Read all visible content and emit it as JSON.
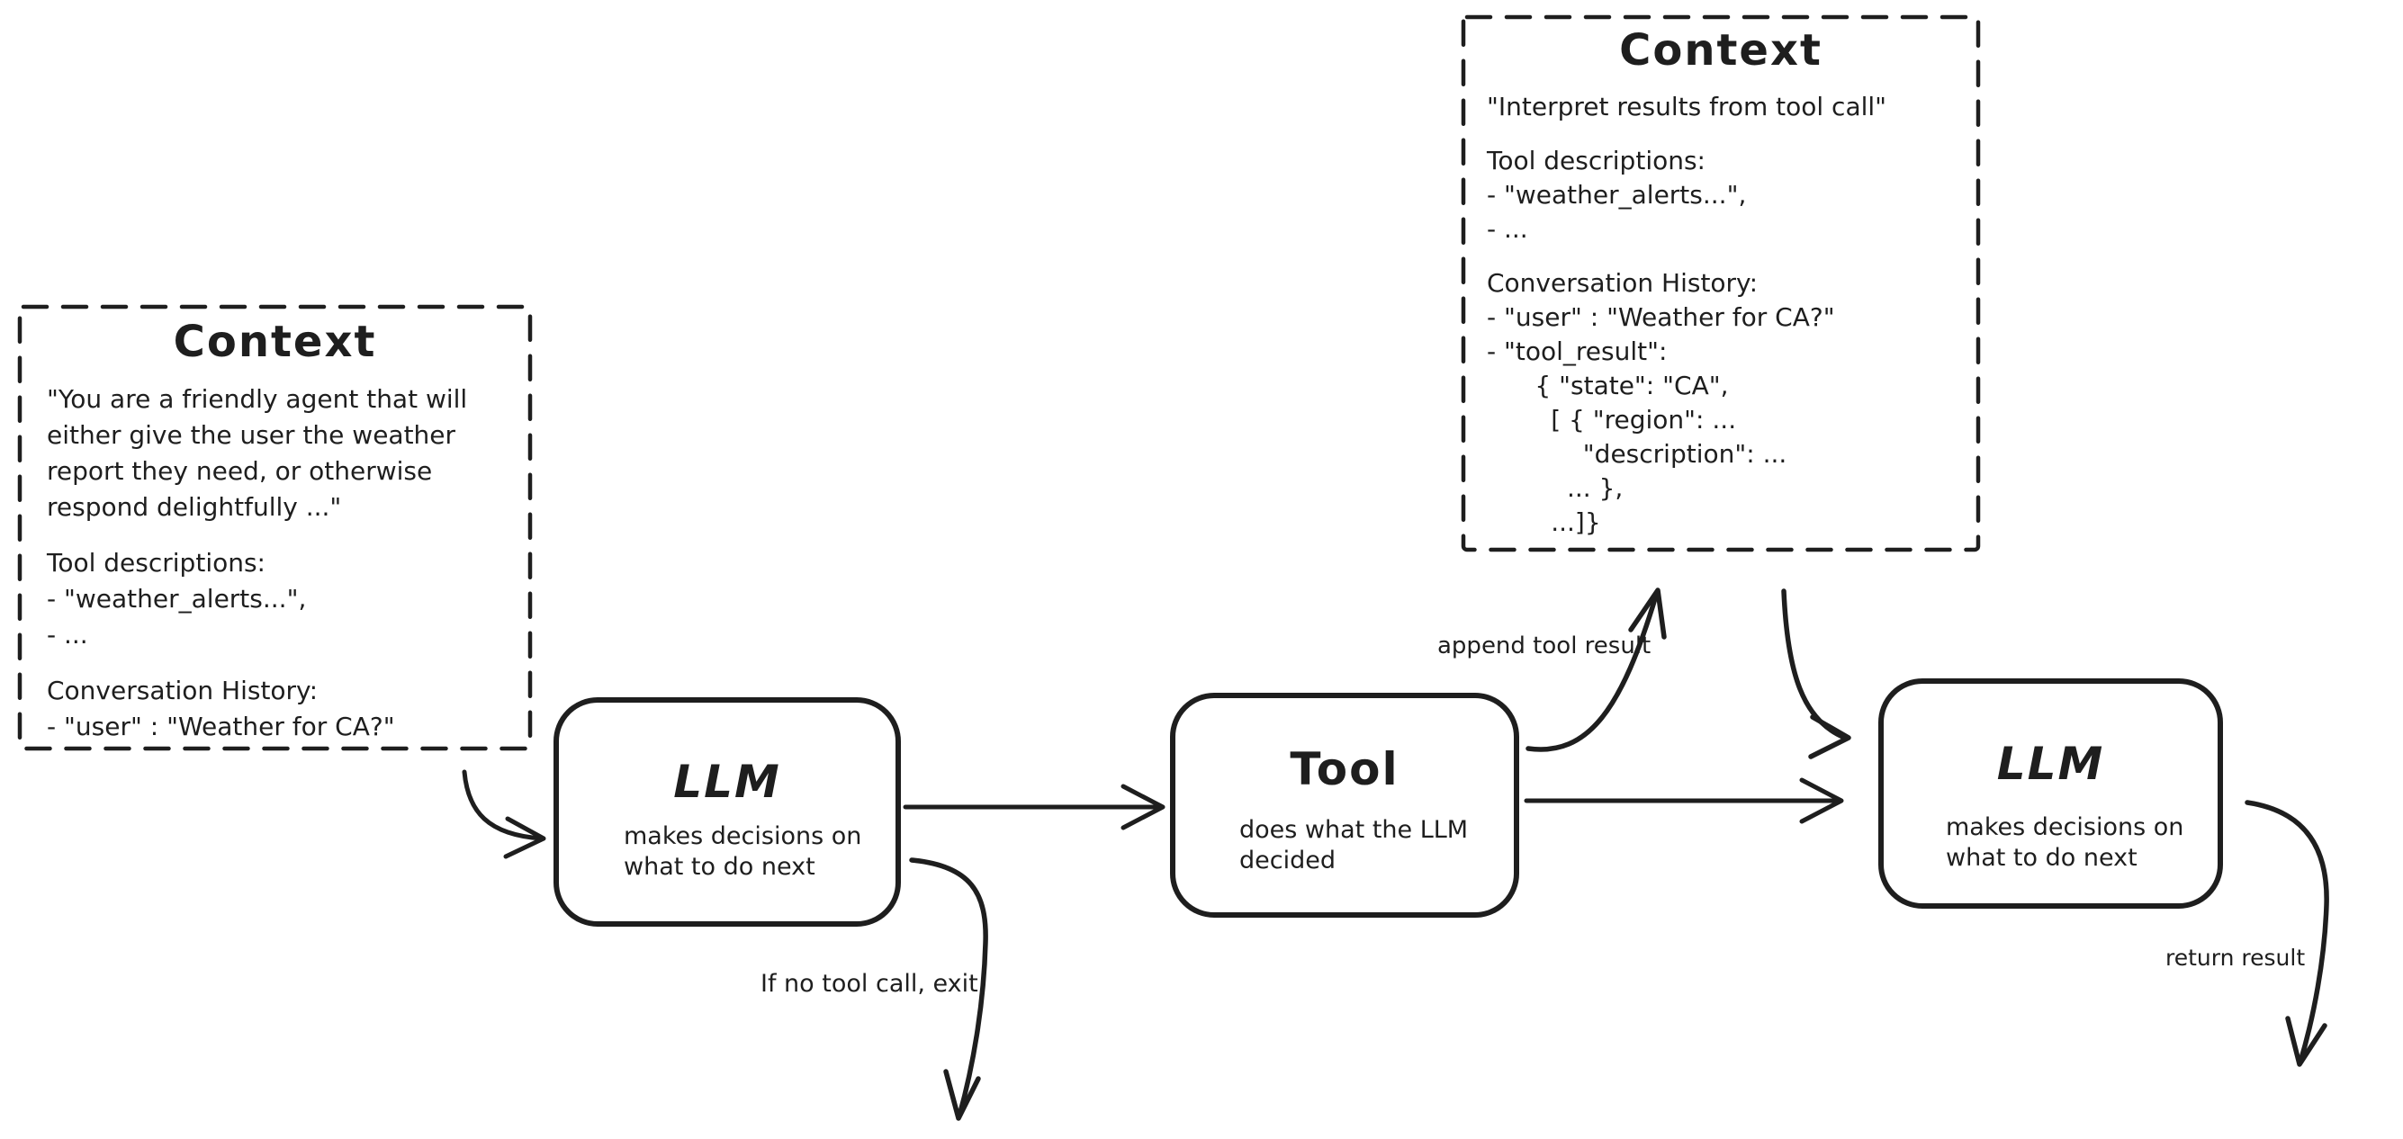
{
  "diagram": {
    "colors": {
      "ink": "#1e1e1e",
      "background": "#ffffff"
    },
    "context_left": {
      "title": "Context",
      "lines": [
        "\"You are a friendly agent that will",
        "either give the user the weather",
        "report they need, or otherwise",
        "respond delightfully ...\"",
        "",
        "Tool descriptions:",
        "- \"weather_alerts...\",",
        "- ...",
        "",
        "Conversation History:",
        "- \"user\" : \"Weather for CA?\""
      ]
    },
    "context_top": {
      "title": "Context",
      "lines": [
        "\"Interpret results from tool call\"",
        "",
        "Tool descriptions:",
        "- \"weather_alerts...\",",
        "- ...",
        "",
        "Conversation History:",
        "- \"user\" : \"Weather for CA?\"",
        "- \"tool_result\":",
        "      { \"state\": \"CA\",",
        "        [ { \"region\": ...",
        "            \"description\": ...",
        "          ... },",
        "        ...]}"
      ]
    },
    "llm_first": {
      "title": "LLM",
      "subtitle_lines": [
        "makes decisions on",
        "what to do next"
      ]
    },
    "tool": {
      "title": "Tool",
      "subtitle_lines": [
        "does what the LLM",
        "decided"
      ]
    },
    "llm_second": {
      "title": "LLM",
      "subtitle_lines": [
        "makes decisions on",
        "what to do next"
      ]
    },
    "edge_labels": {
      "append_tool_result": "append tool result",
      "if_no_tool_call_exit": "If no tool call, exit",
      "return_result": "return result"
    }
  }
}
